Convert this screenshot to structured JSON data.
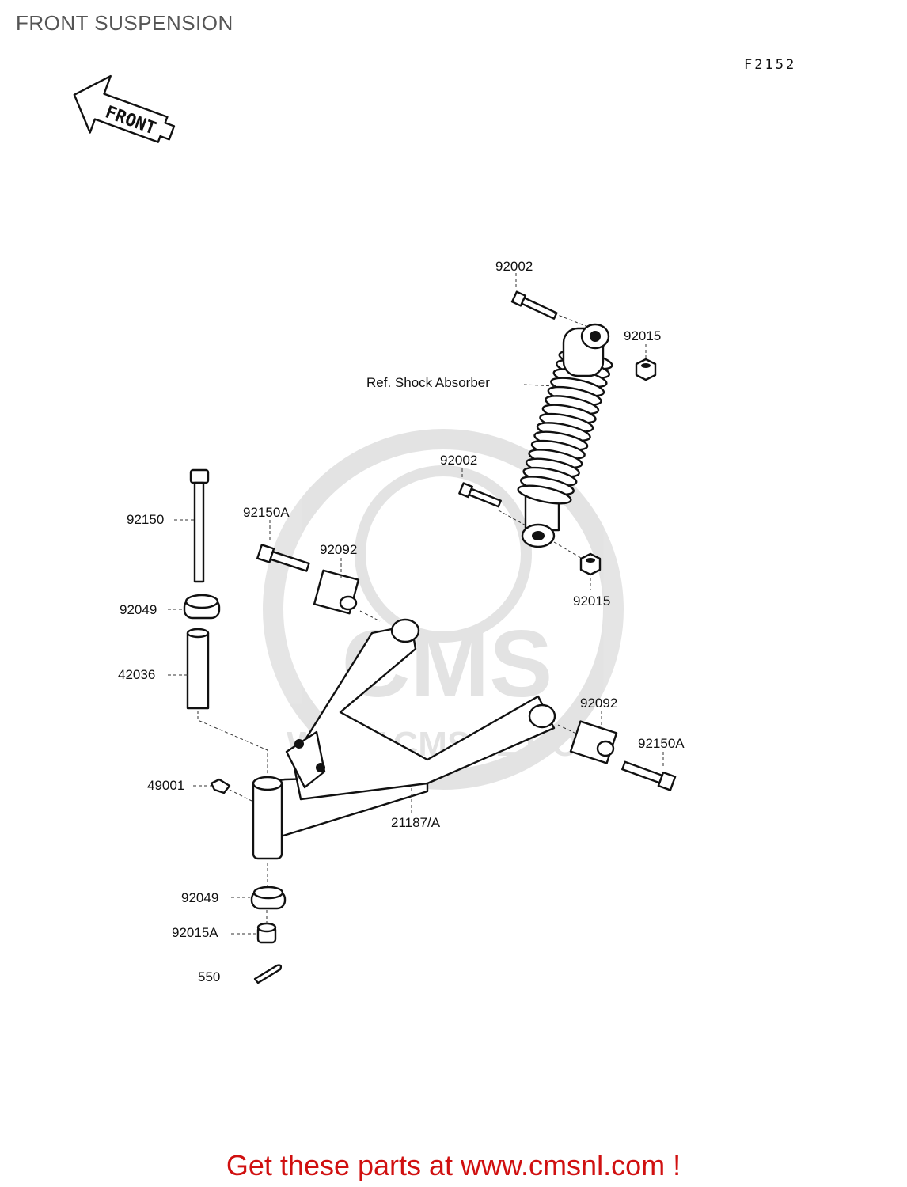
{
  "title": "FRONT SUSPENSION",
  "figure_code": "F2152",
  "direction_label": "FRONT",
  "watermark": {
    "logo": "CMS",
    "url": "WWW.CMSNL.COM"
  },
  "parts": {
    "bolt_top": "92002",
    "nut_top": "92015",
    "shock_absorber": "Ref. Shock Absorber",
    "bolt_mid": "92002",
    "nut_mid": "92015",
    "bolt_long": "92150",
    "bolt_flange_left": "92150A",
    "collar_left": "92092",
    "cap_upper": "92049",
    "sleeve": "42036",
    "grease_nipple": "49001",
    "collar_right": "92092",
    "bolt_flange_right": "92150A",
    "arm": "21187/A",
    "cap_lower": "92049",
    "nut_castle": "92015A",
    "cotter_pin": "550"
  },
  "footer": "Get these parts at www.cmsnl.com !"
}
